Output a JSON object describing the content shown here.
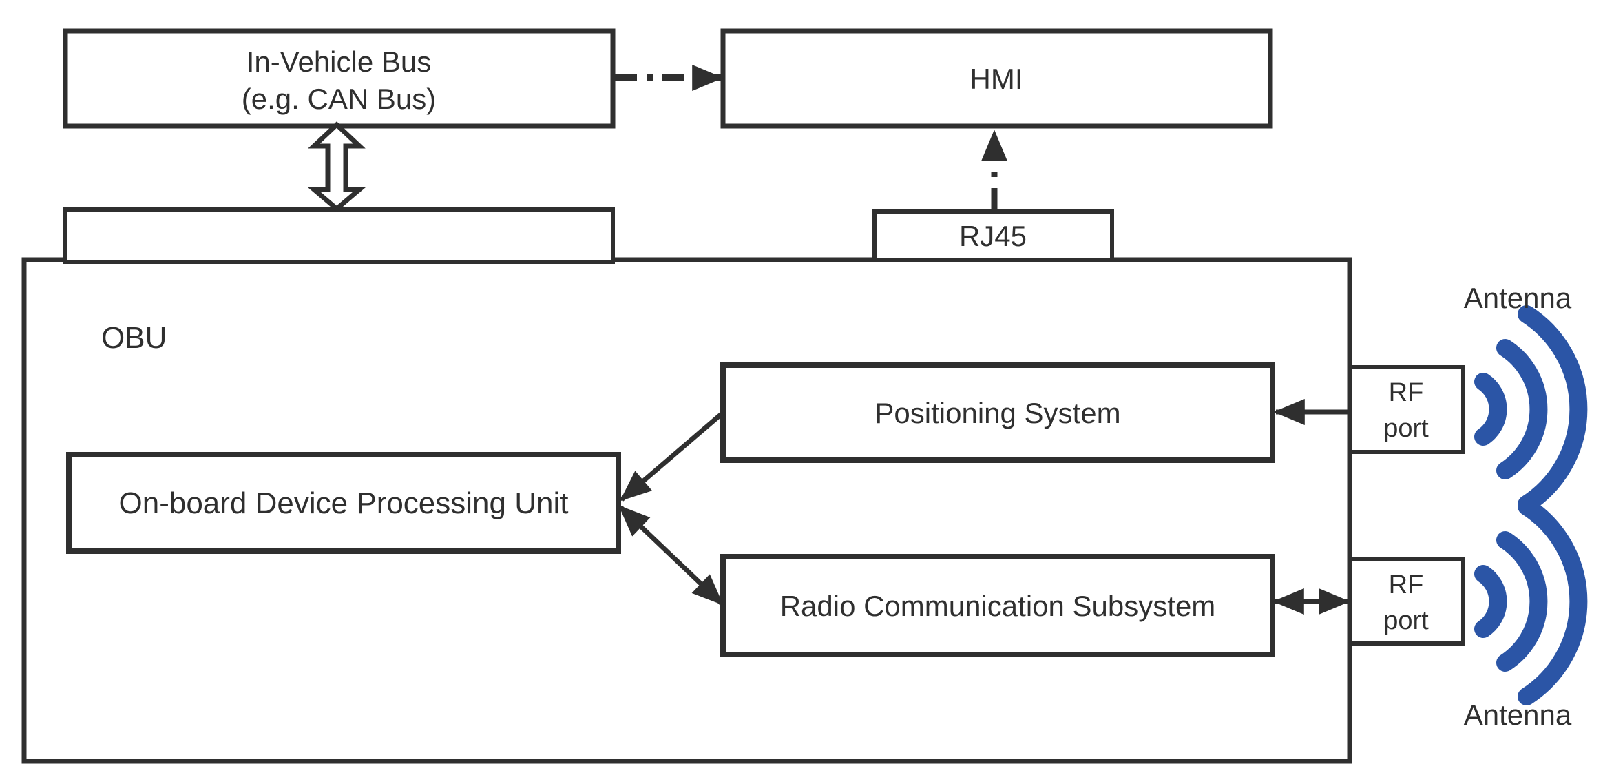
{
  "diagram_title": "OBU architecture block diagram",
  "colors": {
    "stroke": "#2f2f2f",
    "text": "#2f2f2f",
    "antenna_blue": "#2b55a6",
    "background": "#ffffff"
  },
  "boxes": {
    "in_vehicle_bus": {
      "line1": "In-Vehicle Bus",
      "line2": "(e.g. CAN Bus)"
    },
    "hmi": {
      "label": "HMI"
    },
    "rj45": {
      "label": "RJ45"
    },
    "obu": {
      "label": "OBU"
    },
    "odpu": {
      "label": "On-board Device Processing Unit"
    },
    "positioning": {
      "label": "Positioning System"
    },
    "radio": {
      "label": "Radio Communication Subsystem"
    },
    "rf_port_top": {
      "line1": "RF",
      "line2": "port"
    },
    "rf_port_bottom": {
      "line1": "RF",
      "line2": "port"
    }
  },
  "labels": {
    "antenna_top": "Antenna",
    "antenna_bottom": "Antenna"
  },
  "connections": [
    {
      "from": "in_vehicle_bus",
      "to": "hmi",
      "style": "dash-dot",
      "direction": "one-way"
    },
    {
      "from": "rj45",
      "to": "hmi",
      "style": "dash-dot",
      "direction": "one-way"
    },
    {
      "from": "in_vehicle_bus",
      "to": "obu",
      "style": "hollow-outline",
      "direction": "two-way"
    },
    {
      "from": "positioning",
      "to": "odpu",
      "style": "solid",
      "direction": "one-way"
    },
    {
      "from": "odpu",
      "to": "radio",
      "style": "solid",
      "direction": "two-way"
    },
    {
      "from": "rf_port_top",
      "to": "positioning",
      "style": "solid",
      "direction": "one-way"
    },
    {
      "from": "radio",
      "to": "rf_port_bottom",
      "style": "solid",
      "direction": "two-way"
    }
  ]
}
